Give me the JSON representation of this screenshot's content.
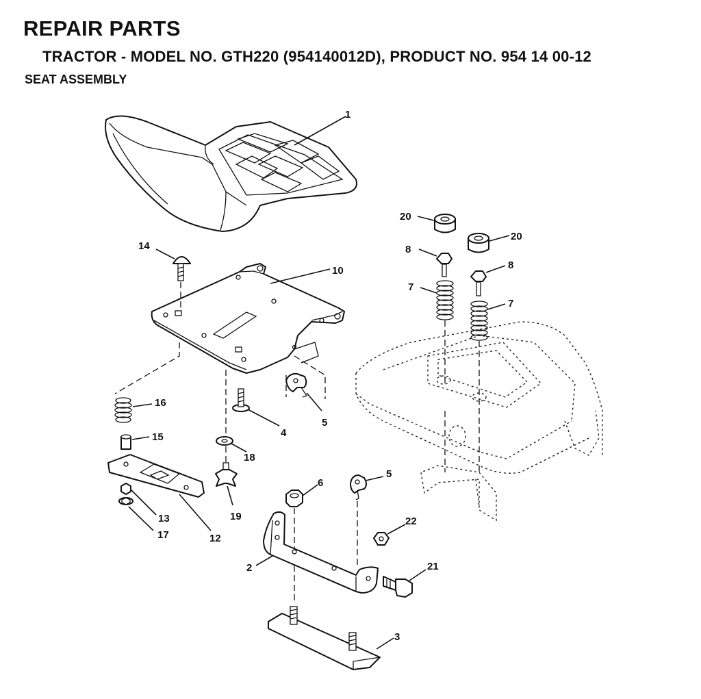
{
  "header": {
    "title": "REPAIR PARTS",
    "subtitle": "TRACTOR - MODEL NO. GTH220 (954140012D), PRODUCT NO. 954 14 00-12",
    "section": "SEAT ASSEMBLY"
  },
  "callouts": {
    "c1": "1",
    "c2": "2",
    "c3": "3",
    "c4": "4",
    "c5a": "5",
    "c5b": "5",
    "c6": "6",
    "c7a": "7",
    "c7b": "7",
    "c8a": "8",
    "c8b": "8",
    "c10": "10",
    "c12": "12",
    "c13": "13",
    "c14": "14",
    "c15": "15",
    "c16": "16",
    "c17": "17",
    "c18": "18",
    "c19": "19",
    "c20a": "20",
    "c20b": "20",
    "c21": "21",
    "c22": "22"
  }
}
